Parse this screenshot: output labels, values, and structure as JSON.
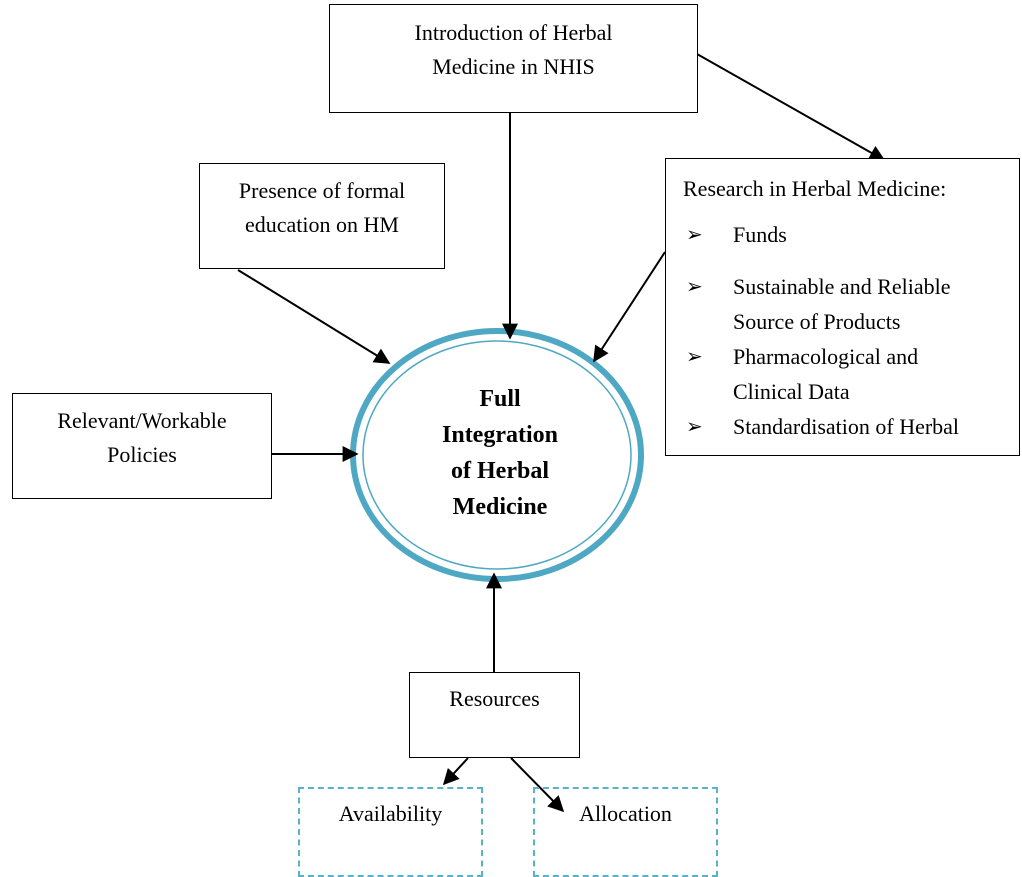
{
  "nodes": {
    "nhis": {
      "line1": "Introduction of Herbal",
      "line2": "Medicine in NHIS"
    },
    "education": {
      "line1": "Presence of formal",
      "line2": "education on HM"
    },
    "research": {
      "title": "Research in Herbal Medicine:",
      "items": [
        {
          "lines": [
            "Funds"
          ]
        },
        {
          "lines": [
            "Sustainable and Reliable",
            "Source of Products"
          ]
        },
        {
          "lines": [
            "Pharmacological and",
            "Clinical Data"
          ]
        },
        {
          "lines": [
            "Standardisation of Herbal"
          ]
        }
      ],
      "bullet_glyph": "➢"
    },
    "policies": {
      "line1": "Relevant/Workable",
      "line2": "Policies"
    },
    "center": {
      "lines": [
        "Full",
        "Integration",
        "of Herbal",
        "Medicine"
      ]
    },
    "resources": {
      "label": "Resources"
    },
    "availability": {
      "label": "Availability"
    },
    "allocation": {
      "label": "Allocation"
    }
  },
  "colors": {
    "ring": "#4ea8c4",
    "dashed": "#57b3c8",
    "stroke": "#000000"
  }
}
